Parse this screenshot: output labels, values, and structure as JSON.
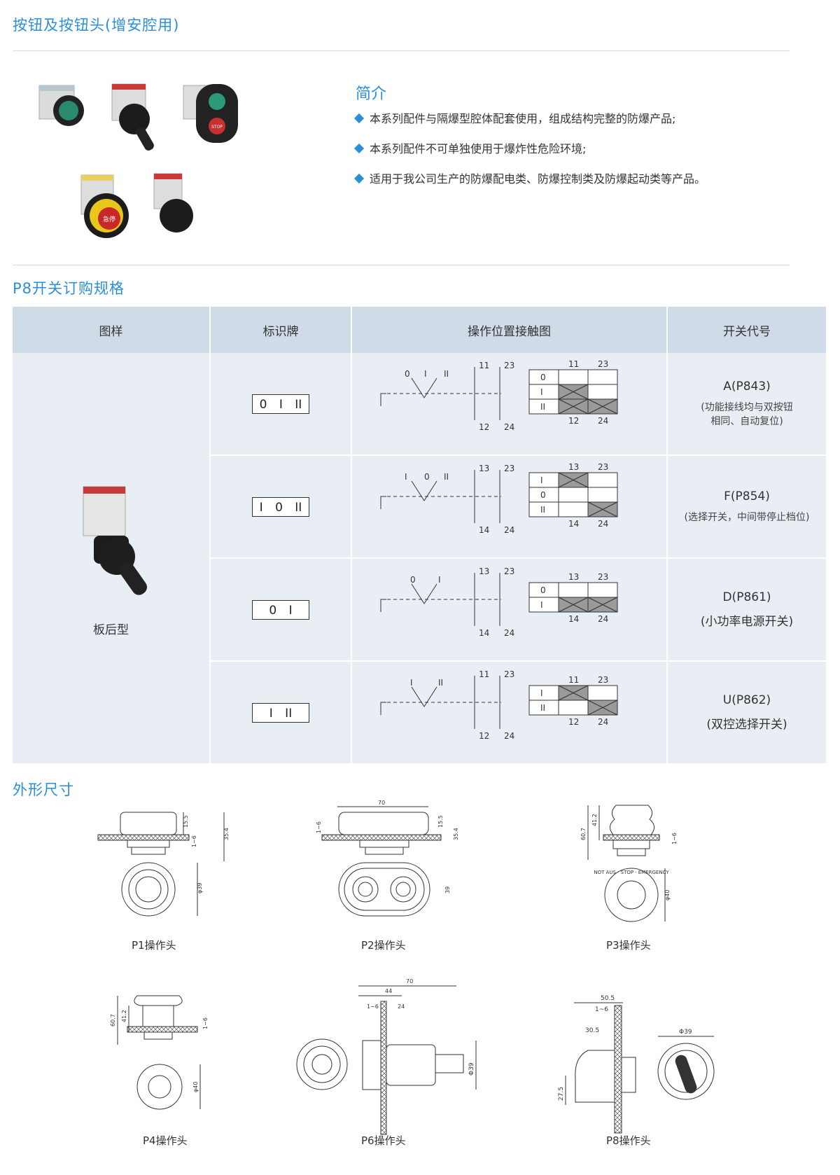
{
  "header": {
    "title": "按钮及按钮头(增安腔用)"
  },
  "intro": {
    "title": "简介",
    "bullets": [
      "本系列配件与隔爆型腔体配套使用，组成结构完整的防爆产品;",
      "本系列配件不可单独使用于爆炸性危险环境;",
      "适用于我公司生产的防爆配电类、防爆控制类及防爆起动类等产品。"
    ]
  },
  "product_photos": {
    "labels": [
      "STOP",
      "急停"
    ]
  },
  "spec": {
    "title": "P8开关订购规格",
    "columns": [
      "图样",
      "标识牌",
      "操作位置接触图",
      "开关代号"
    ],
    "model_label": "板后型",
    "rows": [
      {
        "plate": "0 I II",
        "code": "A(P843)",
        "note_lines": [
          "(功能接线均与双按钮",
          "相同、自动复位)"
        ],
        "diagram": {
          "positions": [
            "0",
            "I",
            "II"
          ],
          "terminals_top": [
            "11",
            "23"
          ],
          "terminals_bottom": [
            "12",
            "24"
          ],
          "table_rows": [
            "0",
            "I",
            "II"
          ],
          "closed": [
            [
              false,
              false
            ],
            [
              true,
              false
            ],
            [
              true,
              true
            ]
          ]
        }
      },
      {
        "plate": "I 0 II",
        "code": "F(P854)",
        "note_lines": [
          "(选择开关，中间带停止档位)"
        ],
        "diagram": {
          "positions": [
            "I",
            "0",
            "II"
          ],
          "terminals_top": [
            "13",
            "23"
          ],
          "terminals_bottom": [
            "14",
            "24"
          ],
          "table_rows": [
            "I",
            "0",
            "II"
          ],
          "closed": [
            [
              true,
              false
            ],
            [
              false,
              false
            ],
            [
              false,
              true
            ]
          ]
        }
      },
      {
        "plate": "0   I",
        "code": "D(P861)",
        "note_lines": [
          "(小功率电源开关)"
        ],
        "diagram": {
          "positions": [
            "0",
            "I"
          ],
          "terminals_top": [
            "13",
            "23"
          ],
          "terminals_bottom": [
            "14",
            "24"
          ],
          "table_rows": [
            "0",
            "I"
          ],
          "closed": [
            [
              false,
              false
            ],
            [
              true,
              true
            ]
          ]
        }
      },
      {
        "plate": "I   II",
        "code": "U(P862)",
        "note_lines": [
          "(双控选择开关)"
        ],
        "diagram": {
          "positions": [
            "I",
            "II"
          ],
          "terminals_top": [
            "11",
            "23"
          ],
          "terminals_bottom": [
            "12",
            "24"
          ],
          "table_rows": [
            "I",
            "II"
          ],
          "closed": [
            [
              true,
              false
            ],
            [
              false,
              true
            ]
          ]
        }
      }
    ]
  },
  "dimensions": {
    "title": "外形尺寸",
    "drawings": [
      {
        "caption": "P1操作头",
        "dims": [
          "15.5",
          "35.4",
          "1~6",
          "φ39"
        ]
      },
      {
        "caption": "P2操作头",
        "dims": [
          "70",
          "1~6",
          "15.5",
          "35.4",
          "39"
        ]
      },
      {
        "caption": "P3操作头",
        "dims": [
          "60.7",
          "41.2",
          "1~6",
          "φ40"
        ],
        "ring_text": "NOT AUS · STOP · EMERGENCY"
      },
      {
        "caption": "P4操作头",
        "dims": [
          "60.7",
          "41.2",
          "1~6",
          "φ40"
        ]
      },
      {
        "caption": "P6操作头",
        "dims": [
          "70",
          "44",
          "1~6",
          "24",
          "Φ39"
        ]
      },
      {
        "caption": "P8操作头",
        "dims": [
          "50.5",
          "1~6",
          "30.5",
          "27.5",
          "Φ39"
        ]
      }
    ]
  },
  "colors": {
    "accent": "#2c8fd6",
    "header_bg": "#cfdce8",
    "row_bg": "#e8eef4"
  }
}
